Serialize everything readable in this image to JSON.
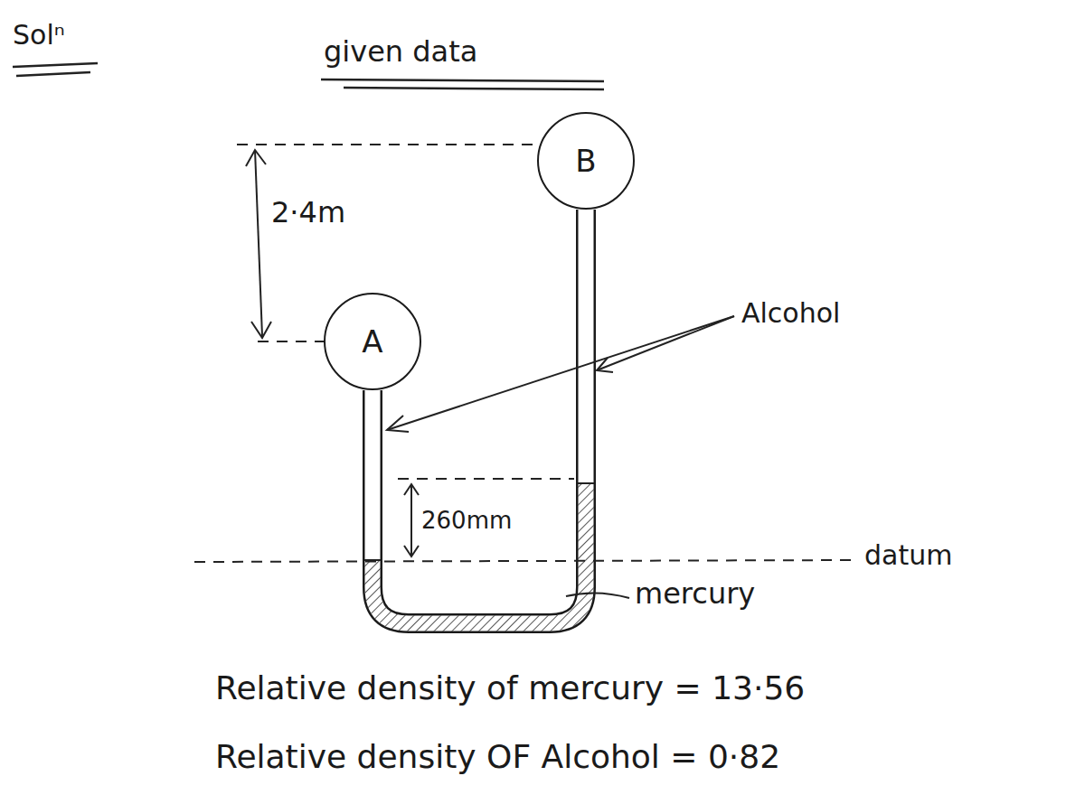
{
  "diagram": {
    "nodes": [
      {
        "text": [
          "B"
        ]
      },
      {
        "text": [
          "A"
        ]
      }
    ],
    "edges": [
      {
        "from": 1,
        "to": 0,
        "arrow": "none"
      }
    ],
    "labels": [
      "Solⁿ",
      "given data",
      "2·4m",
      "Alcohol",
      "260mm",
      "datum",
      "mercury",
      "Relative density of mercury = 13·56",
      "Relative density OF Alcohol = 0·82"
    ]
  }
}
